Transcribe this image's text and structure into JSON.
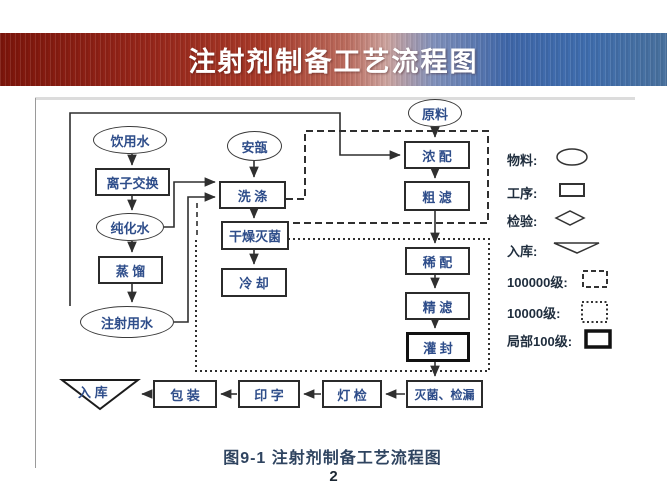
{
  "title": "注射剂制备工艺流程图",
  "caption": "图9-1  注射剂制备工艺流程图",
  "page_number": "2",
  "colors": {
    "title_text": "#ffffff",
    "title_gradient_left": "#7c150b",
    "title_gradient_right": "#49719d",
    "node_text": "#2e4d8a",
    "line": "#2f2f2f"
  },
  "flowchart": {
    "nodes": {
      "drinking_water": {
        "label": "饮用水",
        "shape": "ellipse"
      },
      "ion_exchange": {
        "label": "离子交换",
        "shape": "rect"
      },
      "purified_water": {
        "label": "纯化水",
        "shape": "ellipse"
      },
      "distillation": {
        "label": "蒸 馏",
        "shape": "rect"
      },
      "water_for_injection": {
        "label": "注射用水",
        "shape": "ellipse"
      },
      "ampoule": {
        "label": "安瓿",
        "shape": "ellipse"
      },
      "washing": {
        "label": "洗 涤",
        "shape": "rect"
      },
      "drying_sterilization": {
        "label": "干燥灭菌",
        "shape": "rect"
      },
      "cooling": {
        "label": "冷 却",
        "shape": "rect"
      },
      "raw_material": {
        "label": "原料",
        "shape": "ellipse"
      },
      "concentrated_prep": {
        "label": "浓 配",
        "shape": "rect"
      },
      "coarse_filtration": {
        "label": "粗 滤",
        "shape": "rect"
      },
      "dilute_prep": {
        "label": "稀 配",
        "shape": "rect"
      },
      "fine_filtration": {
        "label": "精 滤",
        "shape": "rect"
      },
      "filling_sealing": {
        "label": "灌 封",
        "shape": "rect-bold"
      },
      "sterilization_leak_test": {
        "label": "灭菌、检漏",
        "shape": "rect"
      },
      "lamp_inspection": {
        "label": "灯 检",
        "shape": "rect"
      },
      "printing": {
        "label": "印 字",
        "shape": "rect"
      },
      "packaging": {
        "label": "包 装",
        "shape": "rect"
      },
      "storage": {
        "label": "入 库",
        "shape": "triangle"
      }
    },
    "legend": {
      "items": [
        {
          "label": "物料:",
          "shape": "ellipse"
        },
        {
          "label": "工序:",
          "shape": "rect"
        },
        {
          "label": "检验:",
          "shape": "diamond"
        },
        {
          "label": "入库:",
          "shape": "triangle"
        },
        {
          "label": "100000级:",
          "shape": "dashed-rect"
        },
        {
          "label": "10000级:",
          "shape": "dotted-rect"
        },
        {
          "label": "局部100级:",
          "shape": "bold-rect"
        }
      ]
    }
  }
}
